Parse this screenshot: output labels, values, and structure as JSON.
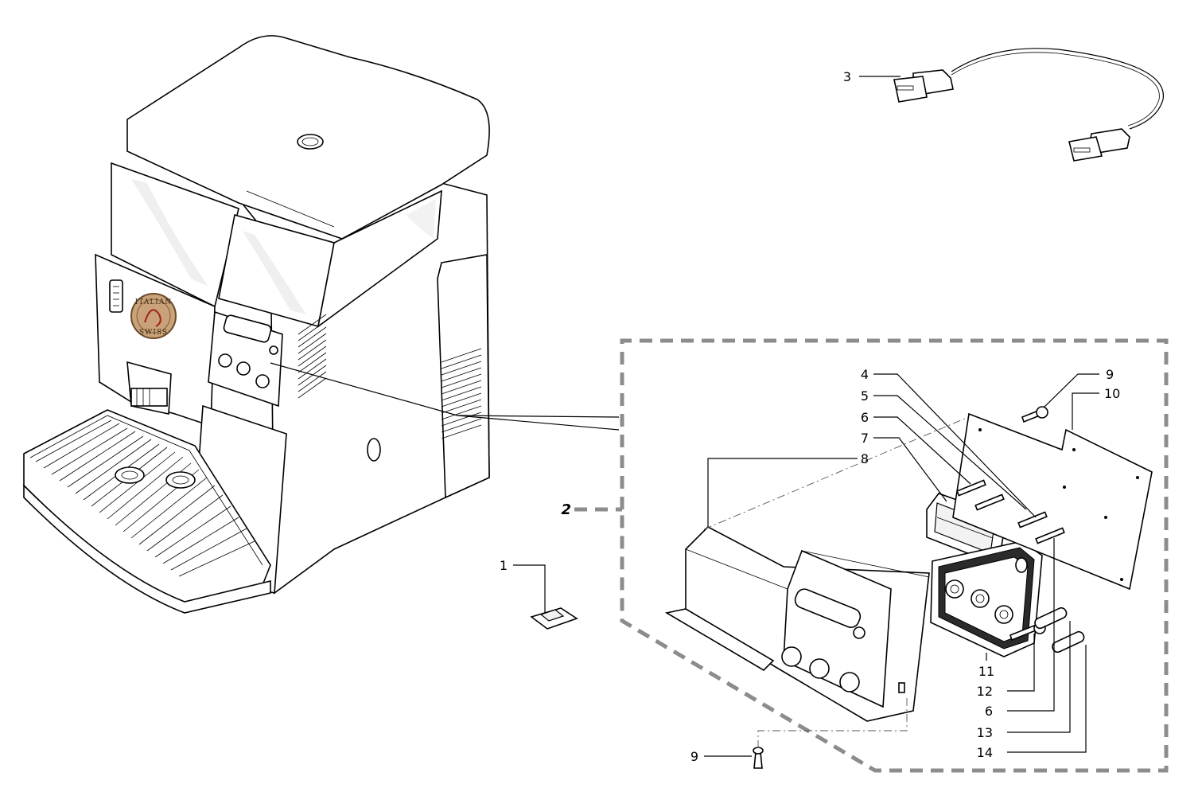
{
  "logo": {
    "text_top": "ITALIAN",
    "text_bottom": "SWISS"
  },
  "callouts": [
    {
      "id": "c1",
      "label": "1"
    },
    {
      "id": "c2",
      "label": "2"
    },
    {
      "id": "c3",
      "label": "3"
    },
    {
      "id": "c4",
      "label": "4"
    },
    {
      "id": "c5",
      "label": "5"
    },
    {
      "id": "c6a",
      "label": "6"
    },
    {
      "id": "c7",
      "label": "7"
    },
    {
      "id": "c8",
      "label": "8"
    },
    {
      "id": "c9a",
      "label": "9"
    },
    {
      "id": "c10",
      "label": "10"
    },
    {
      "id": "c11",
      "label": "11"
    },
    {
      "id": "c12",
      "label": "12"
    },
    {
      "id": "c6b",
      "label": "6"
    },
    {
      "id": "c13",
      "label": "13"
    },
    {
      "id": "c14",
      "label": "14"
    },
    {
      "id": "c9b",
      "label": "9"
    }
  ],
  "colors": {
    "line": "#000000",
    "dashed_frame": "#8c8c8c",
    "logo_fill": "#c9a27a",
    "logo_ring": "#6b4a2b"
  }
}
